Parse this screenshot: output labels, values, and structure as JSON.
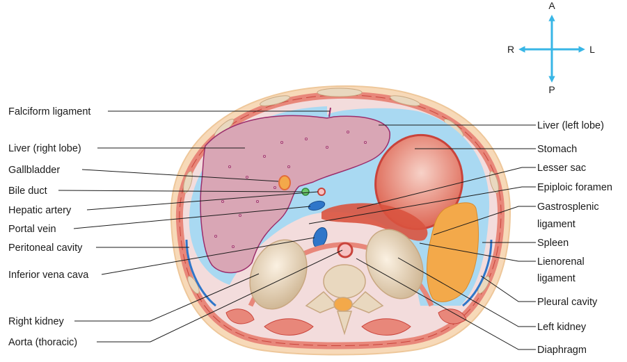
{
  "compass": {
    "anterior": "A",
    "posterior": "P",
    "right": "R",
    "left": "L"
  },
  "labels_left": [
    "Falciform ligament",
    "Liver (right lobe)",
    "Gallbladder",
    "Bile duct",
    "Hepatic artery",
    "Portal vein",
    "Peritoneal cavity",
    "Inferior vena cava",
    "Right kidney",
    "Aorta (thoracic)"
  ],
  "labels_right": [
    "Liver (left lobe)",
    "Stomach",
    "Lesser sac",
    "Epiploic foramen",
    "Gastrosplenic",
    "ligament",
    "Spleen",
    "Lienorenal",
    "ligament",
    "Pleural cavity",
    "Left kidney",
    "Diaphragm"
  ],
  "colors": {
    "skin": "#f7d9b8",
    "body_wall": "#f3dcdc",
    "peritoneal_cavity": "#a9d9f2",
    "liver": "#d9a6b5",
    "liver_outline": "#9b2d6b",
    "muscle": "#e8877a",
    "muscle_dark": "#c9433b",
    "kidney": "#e9d8bf",
    "spleen": "#f3a94a",
    "vessel_blue": "#2f76c9",
    "compass_arrow": "#38b6e6"
  }
}
